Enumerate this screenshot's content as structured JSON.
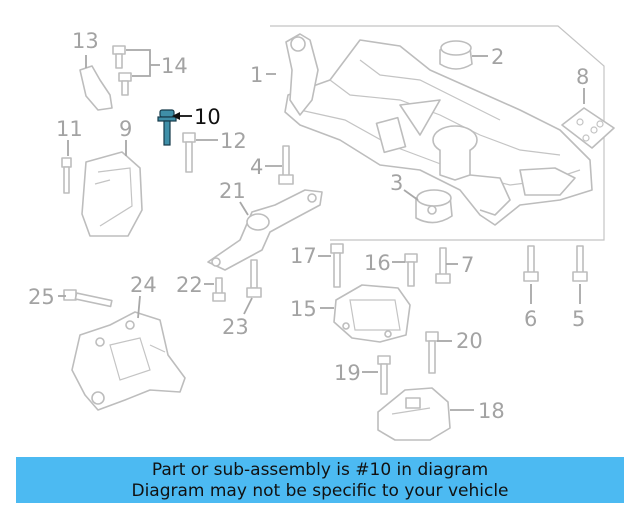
{
  "callouts": {
    "c1": "1",
    "c2": "2",
    "c3": "3",
    "c4": "4",
    "c5": "5",
    "c6": "6",
    "c7": "7",
    "c8": "8",
    "c9": "9",
    "c10": "10",
    "c11": "11",
    "c12": "12",
    "c13": "13",
    "c14": "14",
    "c15": "15",
    "c16": "16",
    "c17": "17",
    "c18": "18",
    "c19": "19",
    "c20": "20",
    "c21": "21",
    "c22": "22",
    "c23": "23",
    "c24": "24",
    "c25": "25"
  },
  "highlighted_part": "10",
  "banner": {
    "line1": "Part or sub-assembly is #10 in diagram",
    "line2": "Diagram may not be specific to your vehicle"
  },
  "colors": {
    "banner_bg": "#4cbaf2",
    "highlight_part": "#3f8fa8",
    "parts_outline": "#bdbdbd",
    "callout_text": "#a3a3a3"
  }
}
